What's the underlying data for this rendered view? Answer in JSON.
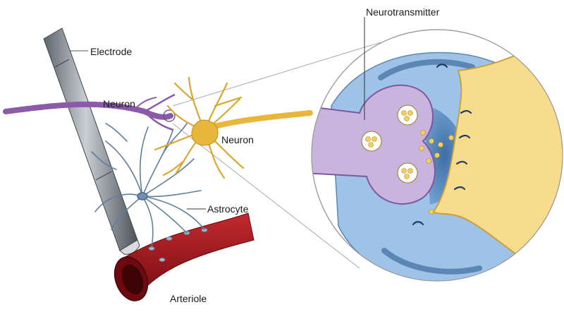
{
  "labels": {
    "electrode": "Electrode",
    "neuron_presynaptic": "Neuron",
    "neuron_postsynaptic": "Neuron",
    "astrocyte": "Astrocyte",
    "arteriole": "Arteriole",
    "neurotransmitter": "Neurotransmitter"
  },
  "colors": {
    "electrode": "#8f979f",
    "neuron_purple": "#8b5aa8",
    "neuron_yellow": "#e8b63a",
    "astrocyte": "#5e7f9e",
    "arteriole": "#a8191f",
    "synapse_blue": "#9ec3e6",
    "terminal_lilac": "#c9b4dd",
    "dendrite_cream": "#f6dc8c"
  }
}
